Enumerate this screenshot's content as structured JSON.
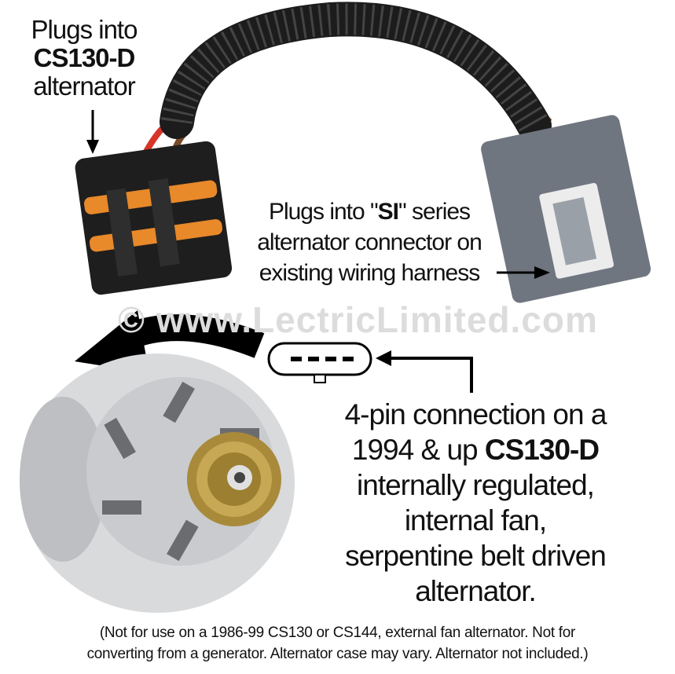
{
  "watermark": "© www.LectricLimited.com",
  "top_left_label": {
    "line1": "Plugs into",
    "line2": "CS130-D",
    "line3": "alternator"
  },
  "si_label": {
    "line1_pre": "Plugs into \"",
    "line1_bold": "SI",
    "line1_post": "\" series",
    "line2": "alternator connector on",
    "line3": "existing wiring harness"
  },
  "right_label": {
    "line1": "4-pin connection on a",
    "line2_pre": "1994 & up ",
    "line2_bold": "CS130-D",
    "line3": "internally regulated,",
    "line4": "internal fan,",
    "line5": "serpentine belt driven",
    "line6": "alternator."
  },
  "footer": {
    "line1": "(Not for use on a 1986-99 CS130 or CS144, external fan alternator.  Not for",
    "line2": "converting from a generator.  Alternator case may vary.  Alternator not included.)"
  },
  "colors": {
    "cable": "#1a1a1a",
    "red_wire": "#d8352a",
    "brown_wire": "#7a4a2a",
    "grey_plug": "#6f7680",
    "orange_seal": "#e8892a"
  }
}
